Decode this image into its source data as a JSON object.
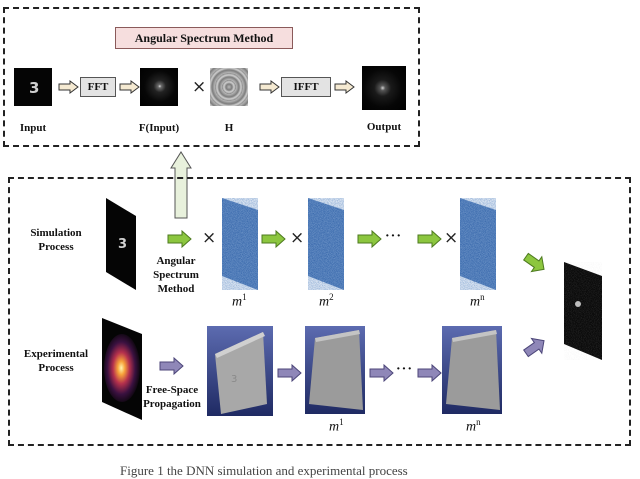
{
  "top_panel": {
    "title": "Angular Spectrum Method",
    "input_label": "Input",
    "fft_label": "FFT",
    "finput_label": "F(Input)",
    "h_label": "H",
    "ifft_label": "IFFT",
    "output_label": "Output"
  },
  "bottom_panel": {
    "simulation_label": "Simulation\nProcess",
    "asm_label": "Angular\nSpectrum\nMethod",
    "experimental_label": "Experimental\nProcess",
    "fsp_label": "Free-Space\nPropagation",
    "mask_labels": [
      "m",
      "m",
      "m"
    ],
    "mask_sups": [
      "1",
      "2",
      "n"
    ],
    "exp_mask_labels": [
      "m",
      "m"
    ],
    "exp_mask_sups": [
      "1",
      "n"
    ],
    "times_symbol": "×",
    "ellipsis": "···"
  },
  "caption": "Figure 1 the DNN simulation and experimental process",
  "colors": {
    "green_arrow": "#8cc63f",
    "purple_arrow": "#8f87b8",
    "arrow_fill_light": "#f5ead2",
    "title_bg": "#f6dede"
  }
}
